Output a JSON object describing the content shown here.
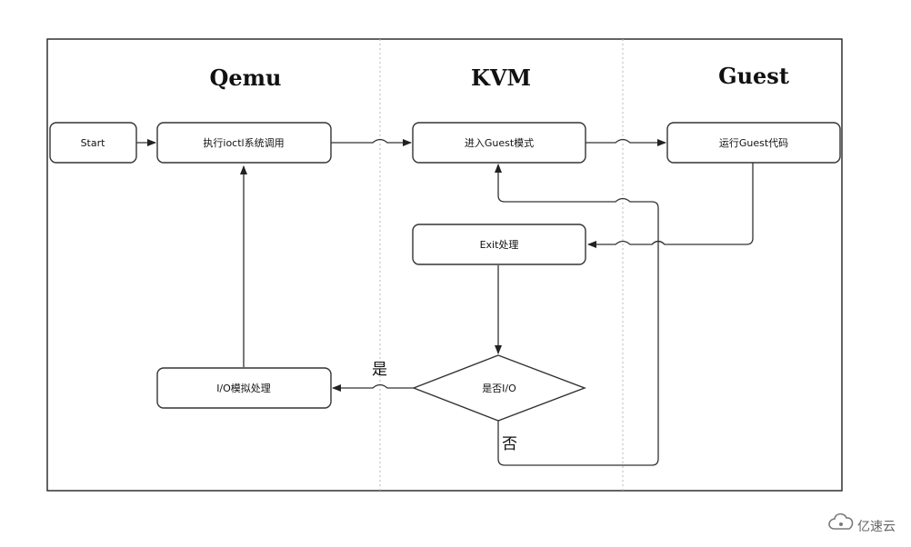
{
  "lanes": {
    "qemu": "Qemu",
    "kvm": "KVM",
    "guest": "Guest"
  },
  "nodes": {
    "start": "Start",
    "ioctl": "执行ioctl系统调用",
    "enter_guest": "进入Guest模式",
    "run_guest": "运行Guest代码",
    "exit": "Exit处理",
    "is_io": "是否I/O",
    "io_emul": "I/O模拟处理"
  },
  "branches": {
    "yes": "是",
    "no": "否"
  },
  "watermark": {
    "text": "亿速云"
  }
}
